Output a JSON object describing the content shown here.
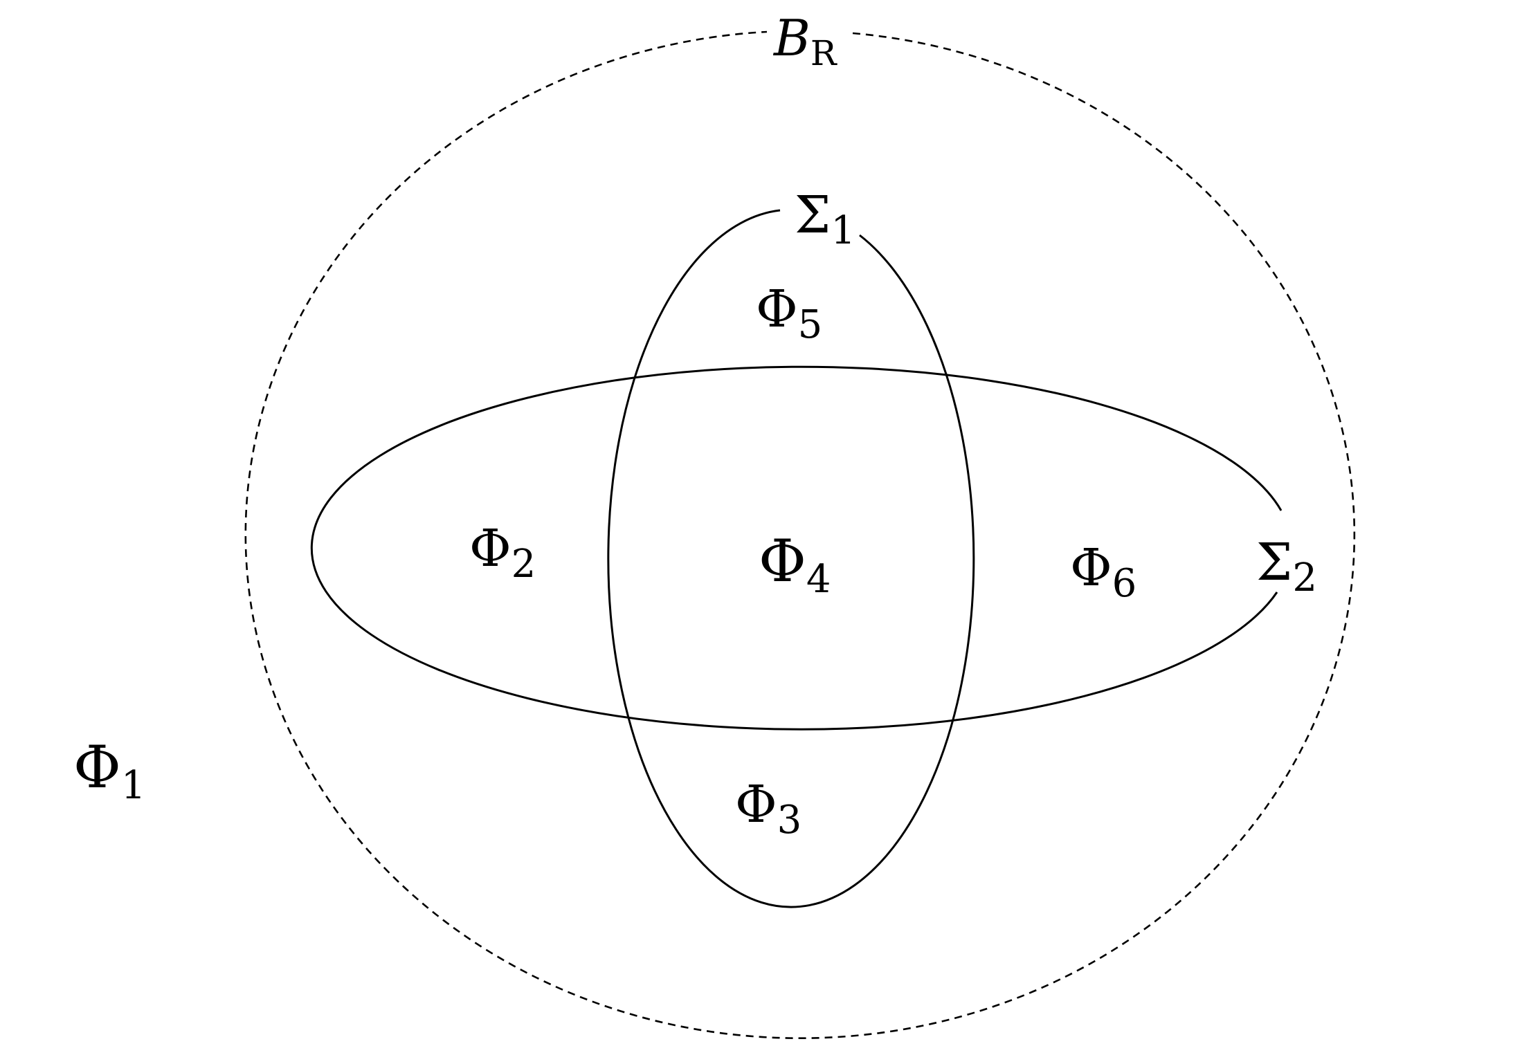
{
  "diagram": {
    "ball_label": {
      "main": "B",
      "sub": "R"
    },
    "curves": [
      {
        "id": "sigma1",
        "main": "Σ",
        "sub": "1"
      },
      {
        "id": "sigma2",
        "main": "Σ",
        "sub": "2"
      }
    ],
    "regions": [
      {
        "id": "phi1",
        "main": "Φ",
        "sub": "1"
      },
      {
        "id": "phi2",
        "main": "Φ",
        "sub": "2"
      },
      {
        "id": "phi3",
        "main": "Φ",
        "sub": "3"
      },
      {
        "id": "phi4",
        "main": "Φ",
        "sub": "4"
      },
      {
        "id": "phi5",
        "main": "Φ",
        "sub": "5"
      },
      {
        "id": "phi6",
        "main": "Φ",
        "sub": "6"
      }
    ]
  }
}
